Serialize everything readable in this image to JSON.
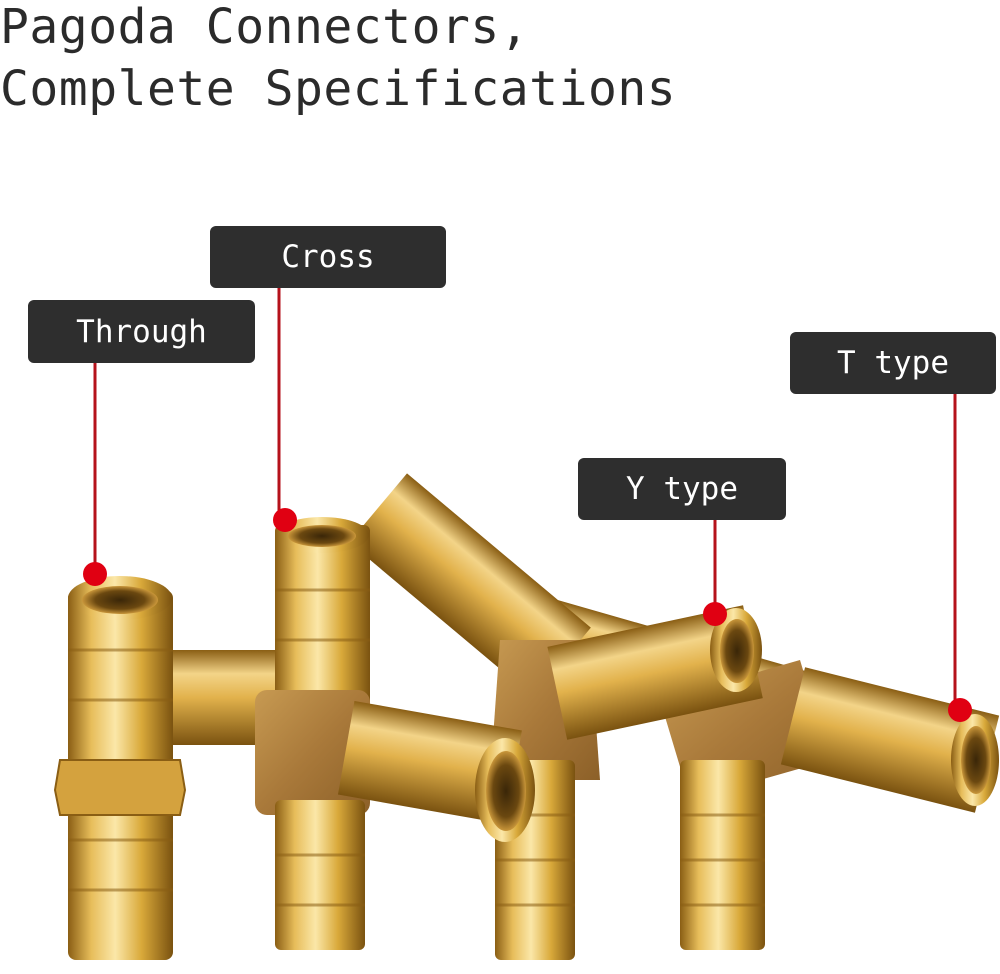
{
  "title": {
    "line1": "Pagoda Connectors,",
    "line2": "Complete Specifications"
  },
  "labels": {
    "cross": "Cross",
    "through": "Through",
    "t_type": "T type",
    "y_type": "Y type"
  },
  "colors": {
    "label_bg": "#2e2e2e",
    "label_text": "#ffffff",
    "leader_line": "#b5121b",
    "marker_dot": "#e00012",
    "brass": "#d9a93a"
  }
}
